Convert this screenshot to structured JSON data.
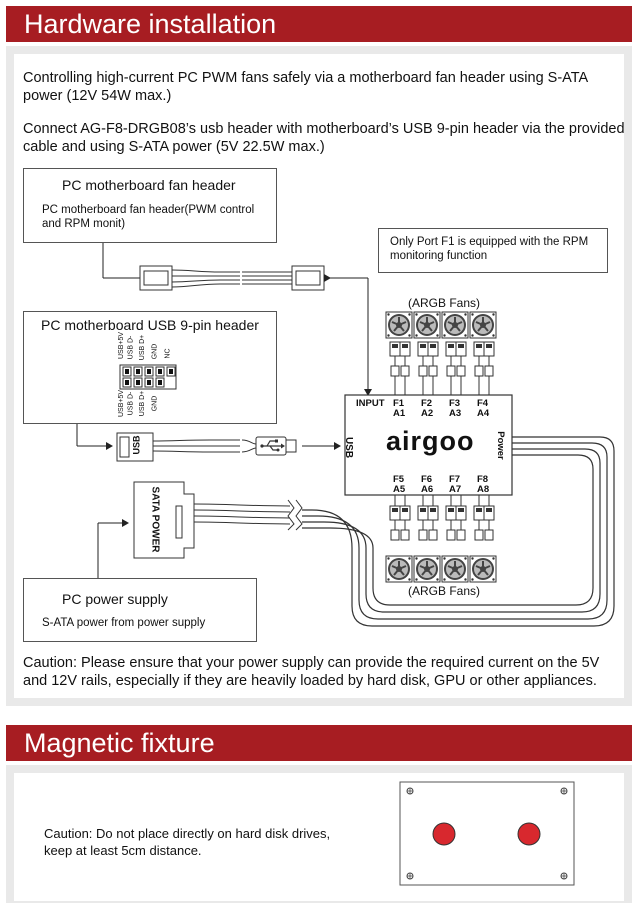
{
  "section1": {
    "title": "Hardware installation"
  },
  "intro": {
    "p1a": "Controlling high-current PC PWM fans safely via a motherboard fan header using S-ATA",
    "p1b": "power (12V 54W max.)",
    "p2a": "Connect AG-F8-DRGB08’s usb header with motherboard’s USB 9-pin header via the provided",
    "p2b": "cable and using S-ATA power (5V 22.5W max.)"
  },
  "fan_header_box": {
    "title": "PC motherboard fan header",
    "desc_a": "PC motherboard fan header(PWM control",
    "desc_b": "and RPM monit)"
  },
  "note_box": {
    "line1": "Only Port F1 is equipped with the RPM",
    "line2": "monitoring function"
  },
  "usb_header_box": {
    "title": "PC motherboard USB 9-pin header",
    "top_pins": [
      "USB+5V",
      "USB D-",
      "USB D+",
      "GND",
      "NC"
    ],
    "bottom_pins": [
      "USB+5V",
      "USB D-",
      "USB D+",
      "GND"
    ]
  },
  "argb_top": "(ARGB Fans)",
  "argb_bottom": "(ARGB Fans)",
  "hub": {
    "brand": "airgoo",
    "input_label": "INPUT",
    "usb_label": "USB",
    "power_label": "Power",
    "top_ports": [
      {
        "f": "F1",
        "a": "A1"
      },
      {
        "f": "F2",
        "a": "A2"
      },
      {
        "f": "F3",
        "a": "A3"
      },
      {
        "f": "F4",
        "a": "A4"
      }
    ],
    "bottom_ports": [
      {
        "f": "F5",
        "a": "A5"
      },
      {
        "f": "F6",
        "a": "A6"
      },
      {
        "f": "F7",
        "a": "A7"
      },
      {
        "f": "F8",
        "a": "A8"
      }
    ]
  },
  "usb_plug_label": "USB",
  "sata_label": "SATA POWER",
  "power_box": {
    "title": "PC power supply",
    "desc": "S-ATA power from power supply"
  },
  "caution1": {
    "line1": "Caution: Please ensure that your power supply can provide the required current on the 5V",
    "line2": "and 12V rails, especially if they are heavily loaded by hard disk, GPU or other appliances."
  },
  "section2": {
    "title": "Magnetic fixture"
  },
  "caution2": {
    "line1": "Caution: Do not place directly on hard disk drives,",
    "line2": "keep at least 5cm distance."
  },
  "colors": {
    "header": "#a71d22",
    "panel": "#e9e9e9",
    "magnet": "#d8282e"
  }
}
